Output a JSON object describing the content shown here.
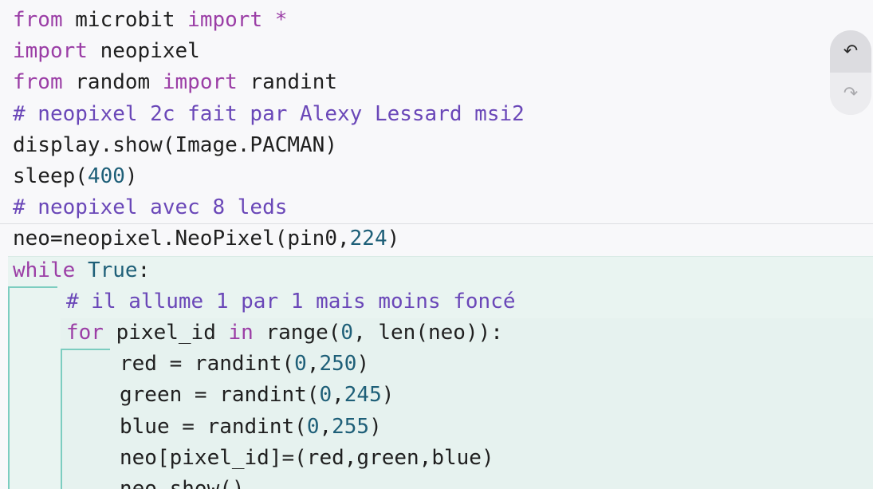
{
  "code": {
    "lines": [
      {
        "indent": 0,
        "tokens": [
          {
            "t": "kw",
            "v": "from"
          },
          {
            "t": "tx",
            "v": " microbit "
          },
          {
            "t": "kw",
            "v": "import"
          },
          {
            "t": "tx",
            "v": " "
          },
          {
            "t": "kw",
            "v": "*"
          }
        ]
      },
      {
        "indent": 0,
        "tokens": [
          {
            "t": "kw",
            "v": "import"
          },
          {
            "t": "tx",
            "v": " neopixel"
          }
        ]
      },
      {
        "indent": 0,
        "tokens": [
          {
            "t": "kw",
            "v": "from"
          },
          {
            "t": "tx",
            "v": " random "
          },
          {
            "t": "kw",
            "v": "import"
          },
          {
            "t": "tx",
            "v": " randint"
          }
        ]
      },
      {
        "indent": 0,
        "tokens": [
          {
            "t": "cm",
            "v": "# neopixel 2c fait par Alexy Lessard msi2"
          }
        ]
      },
      {
        "indent": 0,
        "tokens": [
          {
            "t": "tx",
            "v": "display.show(Image.PACMAN)"
          }
        ]
      },
      {
        "indent": 0,
        "tokens": [
          {
            "t": "tx",
            "v": "sleep("
          },
          {
            "t": "nm",
            "v": "400"
          },
          {
            "t": "tx",
            "v": ")"
          }
        ]
      },
      {
        "indent": 0,
        "tokens": [
          {
            "t": "cm",
            "v": "# neopixel avec 8 leds"
          }
        ]
      },
      {
        "indent": 0,
        "tokens": [
          {
            "t": "tx",
            "v": "neo=neopixel.NeoPixel(pin0,"
          },
          {
            "t": "nm",
            "v": "224"
          },
          {
            "t": "tx",
            "v": ")"
          }
        ]
      },
      {
        "indent": 0,
        "tokens": [
          {
            "t": "kw",
            "v": "while"
          },
          {
            "t": "tx",
            "v": " "
          },
          {
            "t": "tr",
            "v": "True"
          },
          {
            "t": "tx",
            "v": ":"
          }
        ]
      },
      {
        "indent": 1,
        "tokens": [
          {
            "t": "cm",
            "v": "# il allume 1 par 1 mais moins foncé"
          }
        ]
      },
      {
        "indent": 1,
        "tokens": [
          {
            "t": "kw",
            "v": "for"
          },
          {
            "t": "tx",
            "v": " pixel_id "
          },
          {
            "t": "kw",
            "v": "in"
          },
          {
            "t": "tx",
            "v": " range("
          },
          {
            "t": "nm",
            "v": "0"
          },
          {
            "t": "tx",
            "v": ", len(neo)):"
          }
        ]
      },
      {
        "indent": 2,
        "tokens": [
          {
            "t": "tx",
            "v": "red = randint("
          },
          {
            "t": "nm",
            "v": "0"
          },
          {
            "t": "tx",
            "v": ","
          },
          {
            "t": "nm",
            "v": "250"
          },
          {
            "t": "tx",
            "v": ")"
          }
        ]
      },
      {
        "indent": 2,
        "tokens": [
          {
            "t": "tx",
            "v": "green = randint("
          },
          {
            "t": "nm",
            "v": "0"
          },
          {
            "t": "tx",
            "v": ","
          },
          {
            "t": "nm",
            "v": "245"
          },
          {
            "t": "tx",
            "v": ")"
          }
        ]
      },
      {
        "indent": 2,
        "tokens": [
          {
            "t": "tx",
            "v": "blue = randint("
          },
          {
            "t": "nm",
            "v": "0"
          },
          {
            "t": "tx",
            "v": ","
          },
          {
            "t": "nm",
            "v": "255"
          },
          {
            "t": "tx",
            "v": ")"
          }
        ]
      },
      {
        "indent": 2,
        "tokens": [
          {
            "t": "tx",
            "v": "neo[pixel_id]=(red,green,blue)"
          }
        ]
      },
      {
        "indent": 2,
        "tokens": [
          {
            "t": "tx",
            "v": "neo.show()"
          }
        ]
      }
    ]
  },
  "history": {
    "undo_icon": "undo-icon",
    "redo_icon": "redo-icon",
    "undo_glyph": "↶",
    "redo_glyph": "↷"
  },
  "colors": {
    "keyword": "#9b3ea6",
    "comment": "#6a47b8",
    "number": "#1e5f78",
    "text": "#1f1f1f",
    "block_bg": "#e9f4f1",
    "block_bracket": "#7ccdc0"
  }
}
